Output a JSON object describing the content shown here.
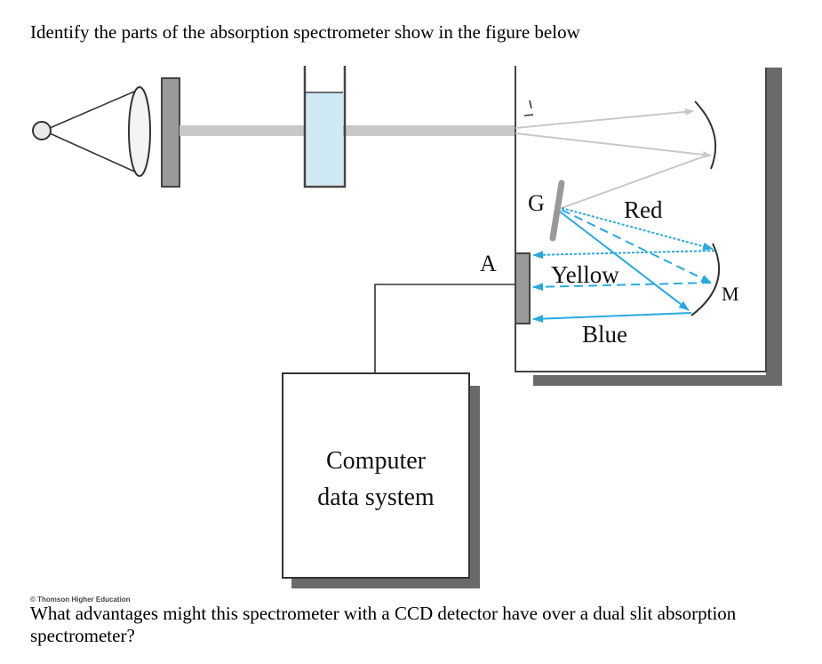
{
  "question_top": "Identify the parts of the absorption spectrometer show in the figure below",
  "question_bottom": "What advantages might this spectrometer with a CCD detector have over a dual slit absorption spectrometer?",
  "diagram": {
    "labels": {
      "grating": "G",
      "detector": "A",
      "mirror": "M",
      "red": "Red",
      "yellow": "Yellow",
      "blue": "Blue",
      "computer_line1": "Computer",
      "computer_line2": "data system"
    },
    "credit": "© Thomson Higher Education",
    "colors": {
      "cuvette_solution": "#cfe8f6",
      "beam": "#c8c8c8",
      "dispersed_light": "#29a9e1",
      "component_gray": "#9a9a9a"
    }
  }
}
